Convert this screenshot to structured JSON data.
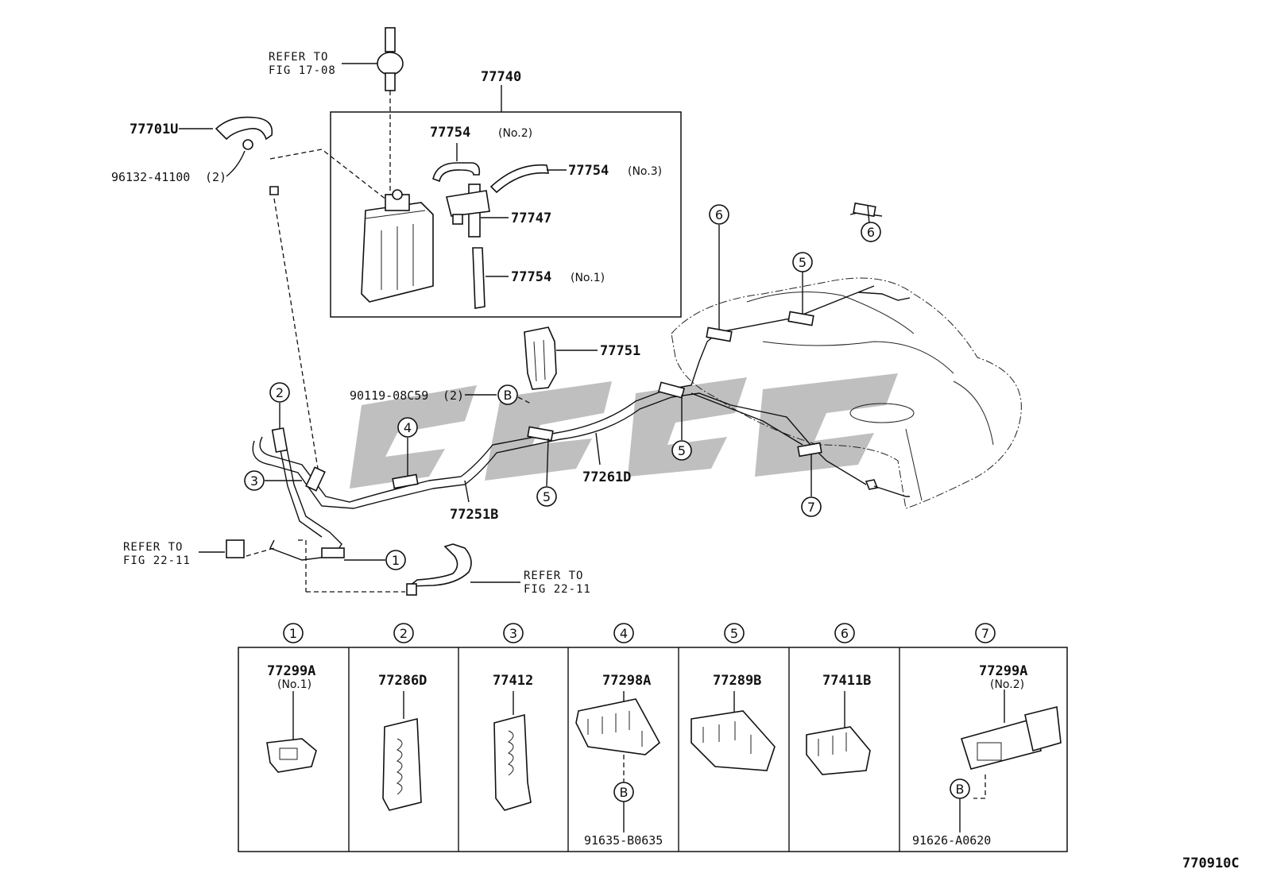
{
  "diagram_id": "770910C",
  "parts": {
    "canister_assy": "77740",
    "hose_no2": "77754",
    "hose_no2_note": "(No.2)",
    "hose_no3": "77754",
    "hose_no3_note": "(No.3)",
    "valve": "77747",
    "hose_no1": "77754",
    "hose_no1_note": "(No.1)",
    "hose_top_left": "77701U",
    "clip_top_left": "96132-41100",
    "clip_top_left_qty": "(2)",
    "bracket": "77751",
    "bolt": "90119-08C59",
    "bolt_qty": "(2)",
    "pipe_b": "77251B",
    "pipe_d": "77261D"
  },
  "refs": {
    "top": [
      "REFER TO",
      "FIG 17-08"
    ],
    "left": [
      "REFER TO",
      "FIG 22-11"
    ],
    "right": [
      "REFER TO",
      "FIG 22-11"
    ]
  },
  "callouts": {
    "c1": "1",
    "c2": "2",
    "c3": "3",
    "c4": "4",
    "c5": "5",
    "c6": "6",
    "c7": "7",
    "b": "B"
  },
  "clamp_table": [
    {
      "num": "1",
      "part": "77299A",
      "note": "(No.1)",
      "sub": ""
    },
    {
      "num": "2",
      "part": "77286D",
      "note": "",
      "sub": ""
    },
    {
      "num": "3",
      "part": "77412",
      "note": "",
      "sub": ""
    },
    {
      "num": "4",
      "part": "77298A",
      "note": "",
      "sub": "91635-B0635",
      "letter": "B"
    },
    {
      "num": "5",
      "part": "77289B",
      "note": "",
      "sub": ""
    },
    {
      "num": "6",
      "part": "77411B",
      "note": "",
      "sub": ""
    },
    {
      "num": "7",
      "part": "77299A",
      "note": "(No.2)",
      "sub": "91626-A0620",
      "letter": "B"
    }
  ]
}
